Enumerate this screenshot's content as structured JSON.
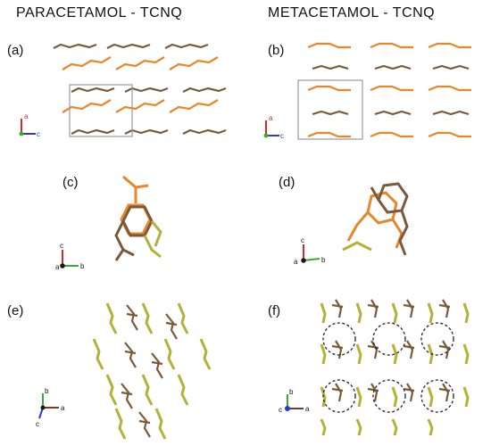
{
  "titles": {
    "left": "PARACETAMOL - TCNQ",
    "right": "METACETAMOL - TCNQ"
  },
  "panels": [
    {
      "label": "(a)",
      "axes": [
        "a",
        "c"
      ]
    },
    {
      "label": "(b)",
      "axes": [
        "a",
        "c"
      ]
    },
    {
      "label": "(c)",
      "axes": [
        "c",
        "a",
        "b"
      ]
    },
    {
      "label": "(d)",
      "axes": [
        "c",
        "a",
        "b"
      ]
    },
    {
      "label": "(e)",
      "axes": [
        "b",
        "c",
        "a"
      ]
    },
    {
      "label": "(f)",
      "axes": [
        "b",
        "c",
        "a"
      ]
    }
  ],
  "colors": {
    "orange": "#e8872a",
    "brown": "#7a5a3a",
    "olive": "#b5b03a",
    "red": "#d62a2a",
    "blue": "#2a3ad6",
    "green": "#3aa83a",
    "cell": "#999999"
  }
}
